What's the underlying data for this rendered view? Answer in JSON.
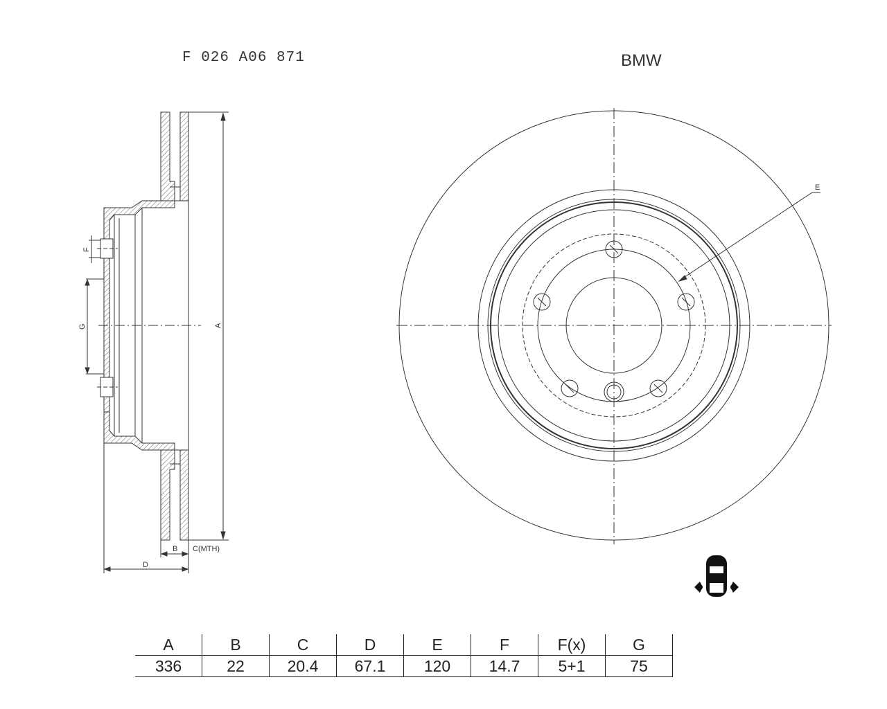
{
  "header": {
    "part_number": "F 026 A06 871",
    "brand": "BMW"
  },
  "drawing": {
    "section_labels": {
      "a": "A",
      "b": "B",
      "c": "C(MTH)",
      "d": "D",
      "f": "F",
      "g": "G"
    },
    "front_label_e": "E",
    "bolt_holes": 5,
    "axle_icon": "rear-axle-car-icon"
  },
  "spec_table": {
    "headers": [
      "A",
      "B",
      "C",
      "D",
      "E",
      "F",
      "F(x)",
      "G"
    ],
    "values": [
      "336",
      "22",
      "20.4",
      "67.1",
      "120",
      "14.7",
      "5+1",
      "75"
    ]
  }
}
